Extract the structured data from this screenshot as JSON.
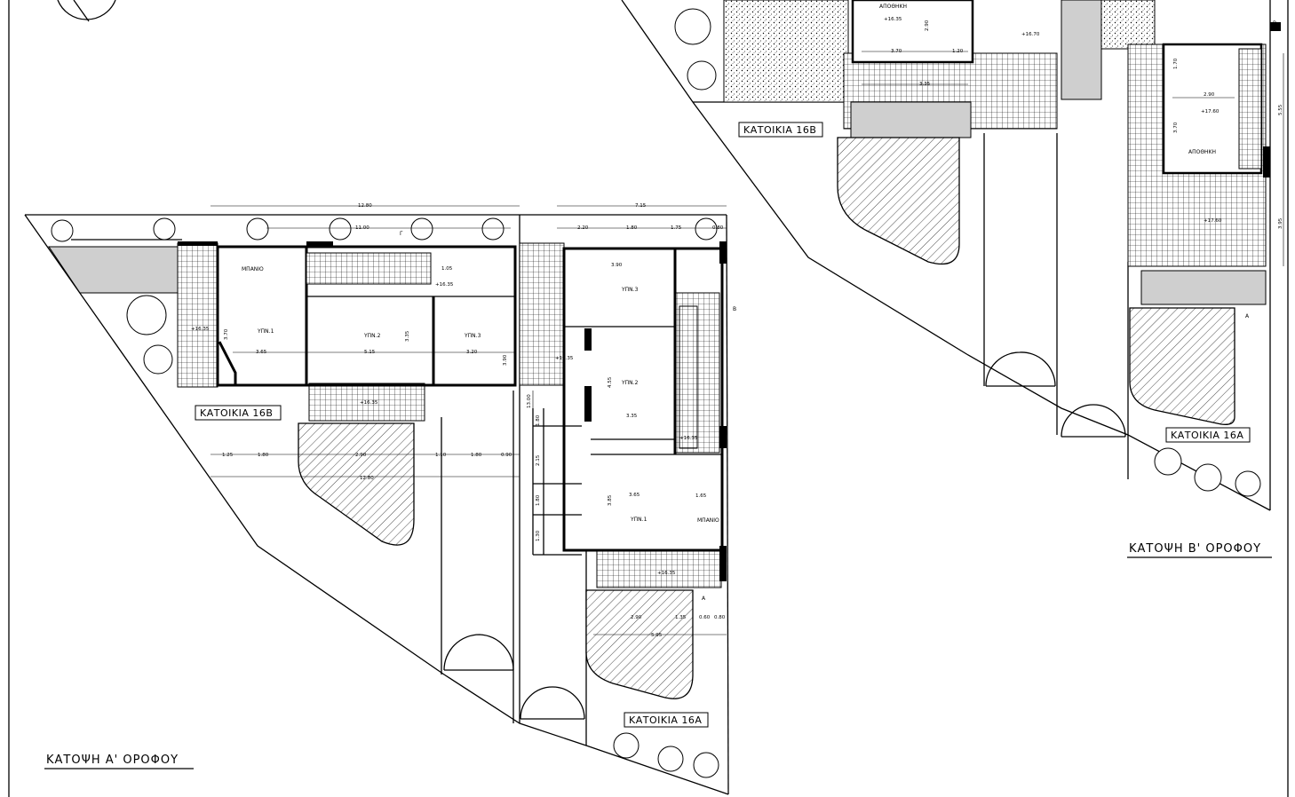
{
  "drawing": {
    "plan_first_floor": {
      "title": "ΚΑΤΟΨΗ Α' ΟΡΟΦΟΥ",
      "house_b_label": "ΚΑΤΟΙΚΙΑ 16Β",
      "house_a_label": "ΚΑΤΟΙΚΙΑ 16Α",
      "rooms": [
        "ΥΠΝ.1",
        "ΥΠΝ.2",
        "ΥΠΝ.3",
        "ΥΠΝ.3",
        "ΥΠΝ.2",
        "ΥΠΝ.1",
        "ΜΠΑΝΙΟ",
        "ΜΠΑΝΙΟ"
      ],
      "dimensions": [
        "12.80",
        "11.00",
        "7.15",
        "2.20",
        "1.80",
        "1.75",
        "0.80",
        "3.90",
        "3.65",
        "5.15",
        "3.20",
        "3.70",
        "3.35",
        "3.90",
        "4.55",
        "3.35",
        "3.65",
        "3.85",
        "1.25",
        "1.80",
        "2.90",
        "1.10",
        "1.80",
        "0.90",
        "12.80",
        "13.00",
        "1.80",
        "2.15",
        "1.80",
        "1.30",
        "2.90",
        "1.35",
        "0.60",
        "0.80",
        "5.95",
        "1.65",
        "1.05"
      ],
      "levels": [
        "+16.35",
        "+16.35",
        "+16.35",
        "+16.35",
        "+16.35",
        "+16.35"
      ],
      "section_marks": [
        "B",
        "A",
        "Γ"
      ]
    },
    "plan_second_floor": {
      "title": "ΚΑΤΟΨΗ Β' ΟΡΟΦΟΥ",
      "house_b_label": "ΚΑΤΟΙΚΙΑ 16Β",
      "house_a_label": "ΚΑΤΟΙΚΙΑ 16Α",
      "rooms": [
        "ΑΠΟΘΗΚΗ",
        "ΑΠΟΘΗΚΗ"
      ],
      "dimensions": [
        "3.70",
        "2.90",
        "1.20",
        "3.35",
        "2.90",
        "3.70",
        "5.55",
        "3.95",
        "1.70"
      ],
      "levels": [
        "+16.35",
        "+16.70",
        "+17.60",
        "+17.60"
      ],
      "section_marks": [
        "B",
        "A"
      ]
    }
  }
}
